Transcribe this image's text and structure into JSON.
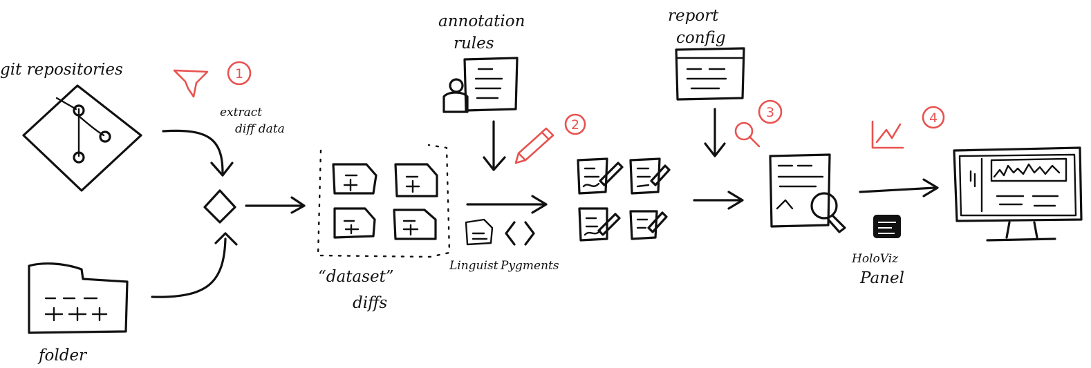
{
  "labels": {
    "git_repositories": "git repositories",
    "folder": "folder",
    "extract_diff": "extract",
    "extract_diff_2": "diff data",
    "dataset_diffs": "“dataset”",
    "dataset_diffs_2": "diffs",
    "annotation_rules": "annotation",
    "annotation_rules_2": "rules",
    "report_config": "report",
    "report_config_2": "config",
    "linguist": "Linguist",
    "pygments": "Pygments",
    "holoviz": "HoloViz",
    "panel": "Panel"
  },
  "steps": [
    "1",
    "2",
    "3",
    "4"
  ],
  "colors": {
    "ink": "#111111",
    "accent": "#e8524f"
  },
  "icons": [
    "git-repo-icon",
    "folder-icon",
    "funnel-icon",
    "diff-file-icon",
    "person-icon",
    "document-icon",
    "pencil-icon",
    "magnifier-icon",
    "line-chart-icon",
    "monitor-icon"
  ]
}
